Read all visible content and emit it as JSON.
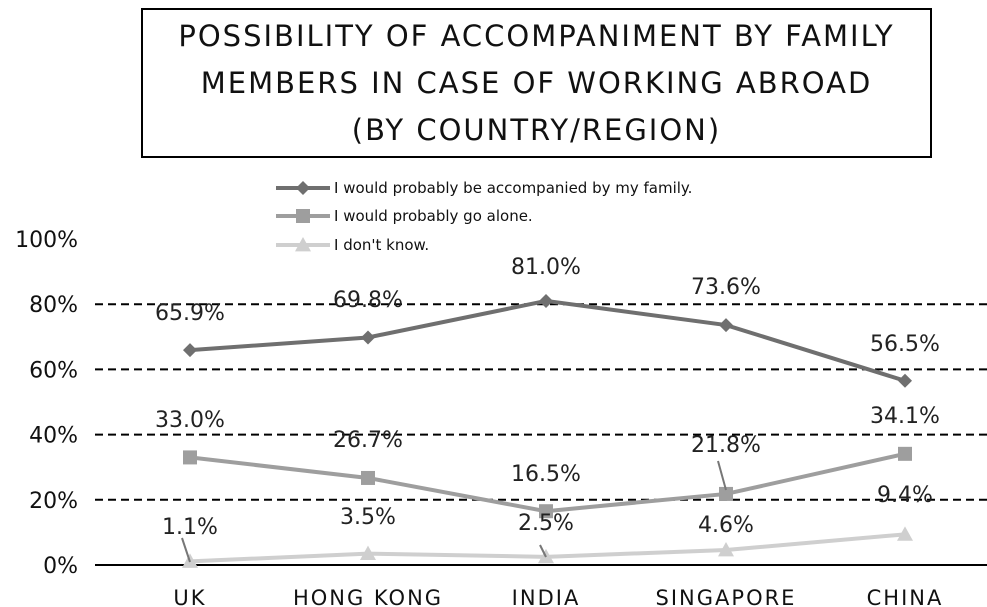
{
  "chart_data": {
    "type": "line",
    "title_lines": [
      "POSSIBILITY OF ACCOMPANIMENT BY FAMILY",
      "MEMBERS IN CASE OF WORKING ABROAD",
      "(BY COUNTRY/REGION)"
    ],
    "categories": [
      "UK",
      "HONG KONG",
      "INDIA",
      "SINGAPORE",
      "CHINA"
    ],
    "ylim": [
      0,
      100
    ],
    "yticks": [
      "0%",
      "20%",
      "40%",
      "60%",
      "80%",
      "100%"
    ],
    "grid": "dashed horizontal at 20%, 40%, 60%, 80%",
    "legend_position": "top",
    "series": [
      {
        "name": "I would probably be accompanied by my family.",
        "values": [
          65.9,
          69.8,
          81.0,
          73.6,
          56.5
        ],
        "labels": [
          "65.9%",
          "69.8%",
          "81.0%",
          "73.6%",
          "56.5%"
        ],
        "color": "#6f6f6f",
        "marker": "diamond"
      },
      {
        "name": "I would probably go alone.",
        "values": [
          33.0,
          26.7,
          16.5,
          21.8,
          34.1
        ],
        "labels": [
          "33.0%",
          "26.7%",
          "16.5%",
          "21.8%",
          "34.1%"
        ],
        "color": "#9e9e9e",
        "marker": "square"
      },
      {
        "name": "I don't know.",
        "values": [
          1.1,
          3.5,
          2.5,
          4.6,
          9.4
        ],
        "labels": [
          "1.1%",
          "3.5%",
          "2.5%",
          "4.6%",
          "9.4%"
        ],
        "color": "#cfcfcf",
        "marker": "triangle"
      }
    ]
  }
}
